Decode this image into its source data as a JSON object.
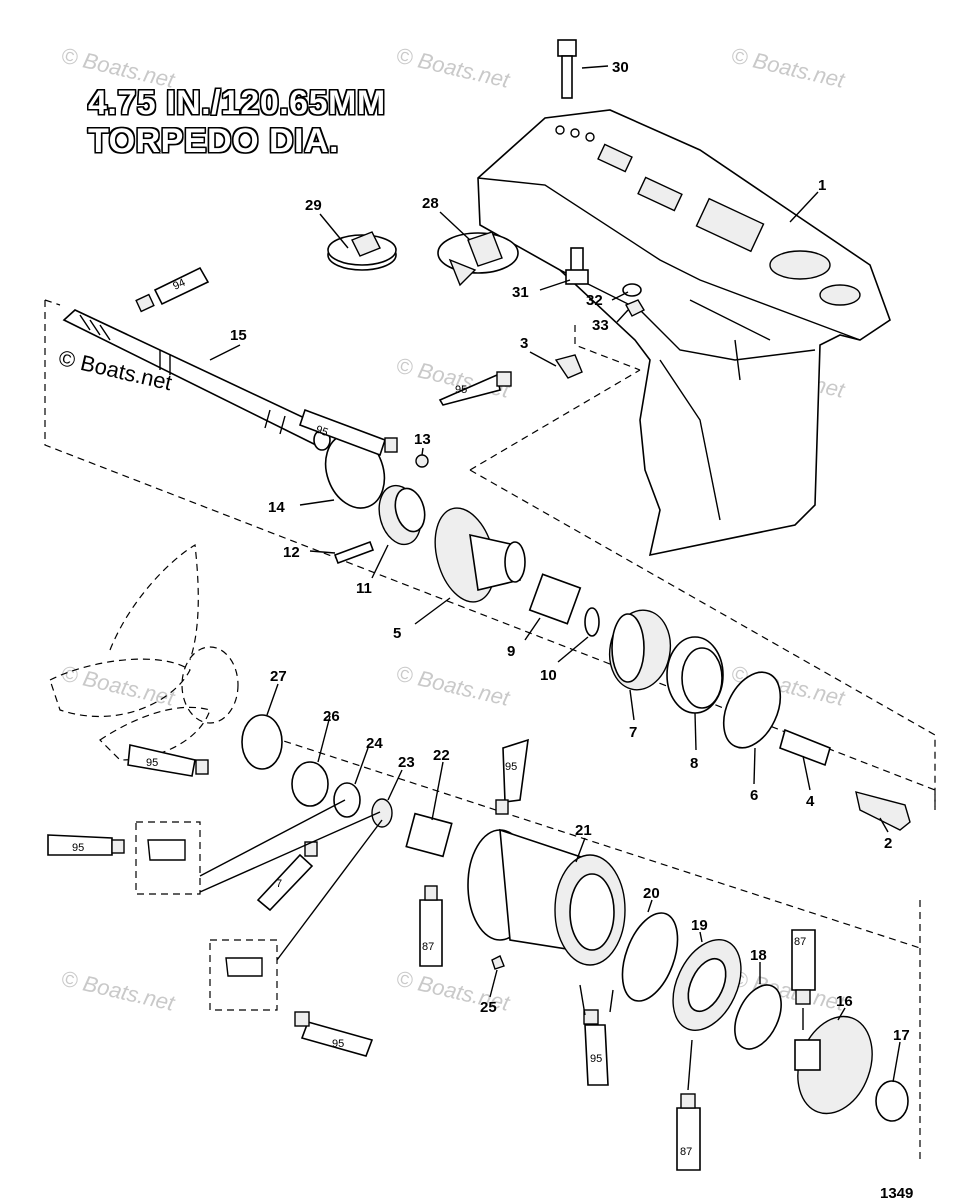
{
  "title": {
    "line1": "4.75 IN./120.65MM",
    "line2": "TORPEDO DIA."
  },
  "copyright_text": "© Boats.net",
  "watermark_text": "© Boats.net",
  "figure_number": "1349",
  "callouts": {
    "p1": "1",
    "p2": "2",
    "p3": "3",
    "p4": "4",
    "p5": "5",
    "p6": "6",
    "p7": "7",
    "p8": "8",
    "p9": "9",
    "p10": "10",
    "p11": "11",
    "p12": "12",
    "p13": "13",
    "p14": "14",
    "p15": "15",
    "p16": "16",
    "p17": "17",
    "p18": "18",
    "p19": "19",
    "p20": "20",
    "p21": "21",
    "p22": "22",
    "p23": "23",
    "p24": "24",
    "p25": "25",
    "p26": "26",
    "p27": "27",
    "p28": "28",
    "p29": "29",
    "p30": "30",
    "p31": "31",
    "p32": "32",
    "p33": "33"
  },
  "tubes": {
    "t94": "94",
    "t95a": "95",
    "t95b": "95",
    "t95c": "95",
    "t95d": "95",
    "t95e": "95",
    "t95f": "95",
    "t95g": "95",
    "t7": "7",
    "t87a": "87",
    "t87b": "87",
    "t87c": "87"
  }
}
